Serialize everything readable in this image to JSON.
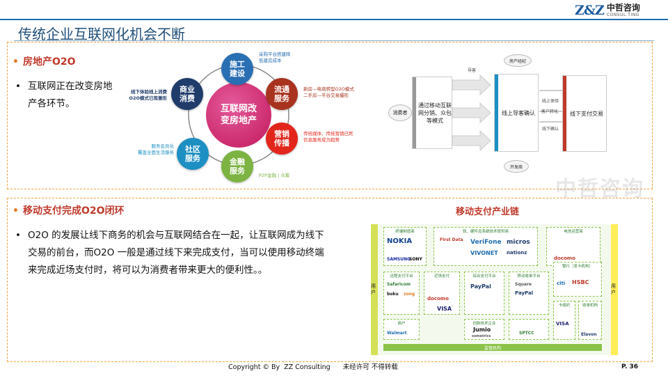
{
  "header": {
    "logo_mark": "Z&Z",
    "logo_cn": "中哲咨询",
    "logo_en": "CONSUL TING",
    "title": "传统企业互联网化机会不断"
  },
  "real_estate": {
    "heading": "房地产O2O",
    "bullet": "互联网正在改变房地产各环节。",
    "cycle": {
      "center": "互联网改变房地产",
      "nodes": {
        "construction": {
          "label": "施工建设",
          "color": "#2a6fb3"
        },
        "circulation": {
          "label": "流通服务",
          "color": "#a8331f"
        },
        "marketing": {
          "label": "营销传播",
          "color": "#e3261c"
        },
        "finance": {
          "label": "金融服务",
          "color": "#7cb342"
        },
        "community": {
          "label": "社区服务",
          "color": "#1d8fc2"
        },
        "commerce": {
          "label": "商业消费",
          "color": "#1f3c6b"
        }
      },
      "notes": {
        "construction": [
          "采购平台搭建降",
          "低建造成本"
        ],
        "circulation": [
          "新房—电商转型O2O模式",
          "二手房—平台交易撮形"
        ],
        "marketing": [
          "传统媒体、传统营销已死",
          "信息服务成为趋势"
        ],
        "finance": [
          "P2P金融 | 众筹"
        ],
        "community": [
          "服务会员化",
          "覆盖全面生活服务"
        ],
        "commerce": [
          "线下体验线上消费",
          "O2O模式已现雏形"
        ]
      }
    },
    "flow": {
      "consumer": "消费者",
      "step1": "通过移动互联网分销、众包等模式",
      "step2": "线上导客确认",
      "step3": "线下支付交易",
      "guide": "导客",
      "broker": "房产经纪",
      "developer": "开发商",
      "online_confirm": "线上体验",
      "client_transfer": "客户转化",
      "offline_confirm": "线下确认"
    }
  },
  "mobile_pay": {
    "heading": "移动支付完成O2O闭环",
    "bullet": "O2O 的发展让线下商务的机会与互联网结合在一起，让互联网成为线下交易的前台，而O2O 一般是通过线下来完成支付，当可以使用移动终端来完成近场支付时，将可以为消费者带来更大的便利性。。",
    "chain": {
      "title": "移动支付产业链",
      "user_side": "用户",
      "groups": {
        "terminal": "终端制造商",
        "softhard": "软、硬件及系统技术提供商",
        "telecom": "电信运营商",
        "remote": "远程支付平台",
        "nearfield": "近场支付",
        "combo": "综合支付平台",
        "mobilepay": "移动收单平台",
        "bank": "银行（发卡机构）",
        "cardorg": "卡组织",
        "acquirer": "收单机构",
        "innovation": "创新技术企业",
        "merchant": "商户",
        "regulator": "监管机构"
      },
      "brands": {
        "nokia": "NOKIA",
        "samsung": "SAMSUNG",
        "sony": "SONY",
        "firstdata": "First Data",
        "verifone": "VeriFone",
        "micros": "micros",
        "vivonet": "VIVONET",
        "nationz": "nationz",
        "docomo": "docomo",
        "hsbc": "HSBC",
        "paypal": "PayPal",
        "square": "Square",
        "visa": "VISA",
        "bafarcom": "Safaricom",
        "boku": "boku",
        "zong": "zong",
        "jumio": "Jumio",
        "sometrics": "sometrics",
        "walmart": "Walmart",
        "elavon": "Elavon",
        "citi": "citi",
        "sptcc": "SPTCC"
      }
    }
  },
  "watermark": "中哲咨询",
  "footer": {
    "copyright": "Copyright © By  ZZ Consulting      未经许可 不得转载",
    "page": "P. 36"
  }
}
